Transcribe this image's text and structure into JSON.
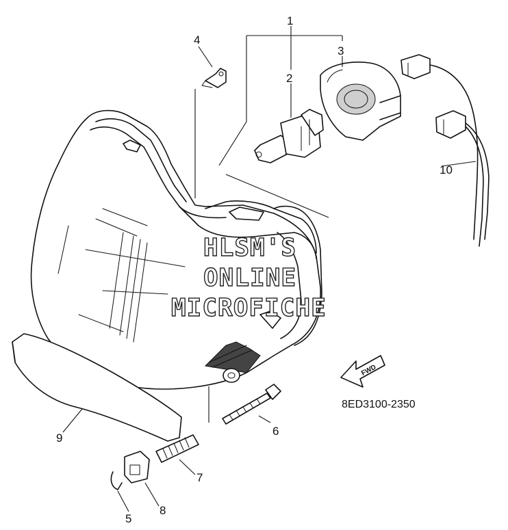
{
  "callouts": {
    "c1": "1",
    "c2": "2",
    "c3": "3",
    "c4": "4",
    "c5": "5",
    "c6": "6",
    "c7": "7",
    "c8": "8",
    "c9": "9",
    "c10": "10"
  },
  "fwd_label": "FWD",
  "part_code": "8ED3100-2350",
  "watermark": {
    "line1": "HLSM'S",
    "line2": "ONLINE",
    "line3": "MICROFICHE"
  }
}
